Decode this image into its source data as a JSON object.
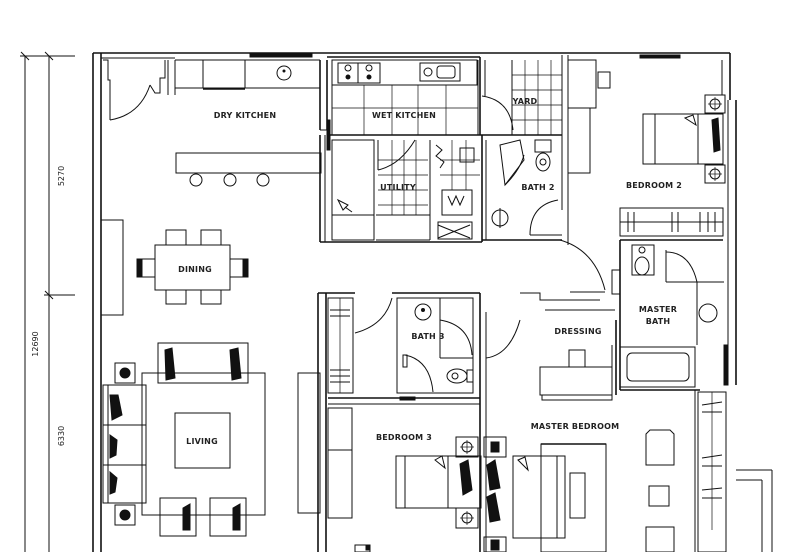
{
  "plan": {
    "rooms": {
      "dry_kitchen": "DRY KITCHEN",
      "wet_kitchen": "WET KITCHEN",
      "yard": "YARD",
      "utility": "UTILITY",
      "bath2": "BATH 2",
      "bedroom2": "BEDROOM 2",
      "dining": "DINING",
      "master_bath_line1": "MASTER",
      "master_bath_line2": "BATH",
      "dressing": "DRESSING",
      "bath3": "BATH 3",
      "living": "LIVING",
      "bedroom3": "BEDROOM 3",
      "master_bedroom": "MASTER BEDROOM"
    },
    "dimensions": {
      "upper_segment": "5270",
      "total": "12690",
      "lower_segment": "6330"
    },
    "colors": {
      "line": "#111111",
      "background": "#ffffff"
    }
  }
}
